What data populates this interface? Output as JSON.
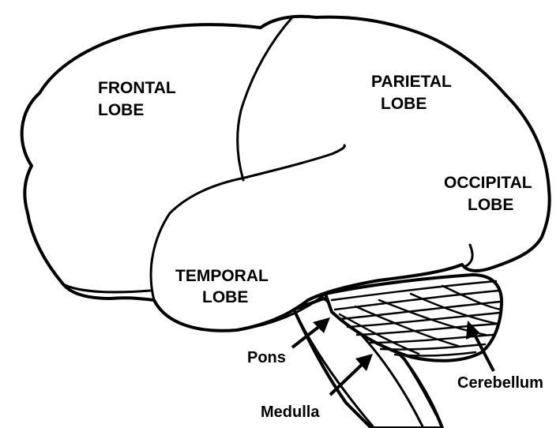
{
  "labels": {
    "frontal": [
      "FRONTAL",
      "LOBE"
    ],
    "parietal": [
      "PARIETAL",
      "LOBE"
    ],
    "occipital": [
      "OCCIPITAL",
      "LOBE"
    ],
    "temporal": [
      "TEMPORAL",
      "LOBE"
    ],
    "pons": "Pons",
    "medulla": "Medulla",
    "cerebellum": "Cerebellum"
  },
  "colors": {
    "ink": "#000000",
    "paper": "#ffffff"
  }
}
